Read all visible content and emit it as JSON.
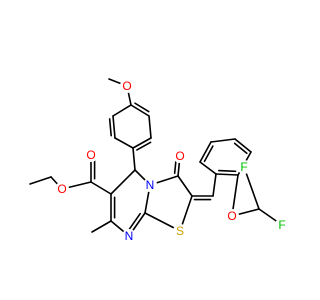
{
  "molecule": {
    "atoms": [
      {
        "id": "O_methoxy",
        "symbol": "O",
        "color": "#ff0000"
      },
      {
        "id": "O_ester_carbonyl",
        "symbol": "O",
        "color": "#ff0000"
      },
      {
        "id": "O_ester_ether",
        "symbol": "O",
        "color": "#ff0000"
      },
      {
        "id": "O_ring_ketone",
        "symbol": "O",
        "color": "#ff0000"
      },
      {
        "id": "N_bridge",
        "symbol": "N",
        "color": "#0000ff"
      },
      {
        "id": "N_ring",
        "symbol": "N",
        "color": "#0000ff"
      },
      {
        "id": "S_ring",
        "symbol": "S",
        "color": "#c8a000"
      },
      {
        "id": "O_aryl_ether",
        "symbol": "O",
        "color": "#ff0000"
      },
      {
        "id": "F_upper",
        "symbol": "F",
        "color": "#00c000"
      },
      {
        "id": "F_lower",
        "symbol": "F",
        "color": "#00c000"
      }
    ],
    "bond_color": "#000000"
  }
}
